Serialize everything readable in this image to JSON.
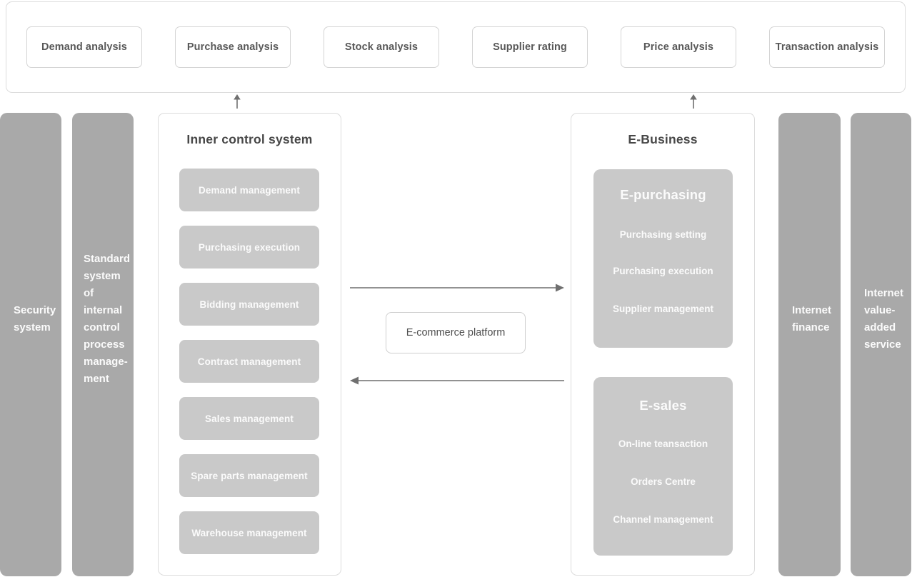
{
  "top_panel": {
    "items": [
      "Demand analysis",
      "Purchase analysis",
      "Stock analysis",
      "Supplier rating",
      "Price analysis",
      "Transaction analysis"
    ]
  },
  "left_bars": [
    {
      "label": "Security\nsystem"
    },
    {
      "label": "Standard\nsystem of\ninternal\ncontrol\nprocess\nmanage-\nment"
    }
  ],
  "inner_control": {
    "title": "Inner control system",
    "items": [
      "Demand management",
      "Purchasing execution",
      "Bidding management",
      "Contract management",
      "Sales management",
      "Spare parts management",
      "Warehouse management"
    ]
  },
  "center": {
    "platform_label": "E-commerce platform"
  },
  "e_business": {
    "title": "E-Business",
    "groups": [
      {
        "title": "E-purchasing",
        "items": [
          "Purchasing setting",
          "Purchasing execution",
          "Supplier management"
        ]
      },
      {
        "title": "E-sales",
        "items": [
          "On-line teansaction",
          "Orders Centre",
          "Channel management"
        ]
      }
    ]
  },
  "right_bars": [
    {
      "label": "Internet\nfinance"
    },
    {
      "label": "Internet\nvalue-\nadded\nservice"
    }
  ],
  "colors": {
    "bar_gray": "#a9a9a9",
    "box_gray": "#c9c9c9",
    "panel_border": "#dcdcdc",
    "text_dark": "#474747",
    "arrow": "#6f6f6f",
    "white_text": "#fbfbfb"
  }
}
